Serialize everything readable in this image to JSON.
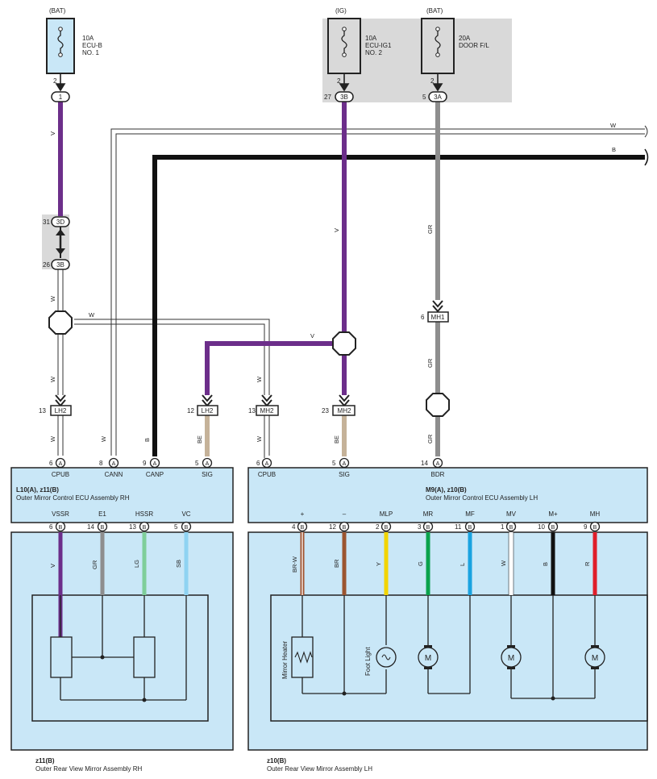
{
  "colors": {
    "V": "#6c2e8a",
    "W": "#ffffff",
    "B": "#111111",
    "GR": "#8e8e8e",
    "BE": "#c5b299",
    "LG": "#7fce9a",
    "SB": "#8fd3f2",
    "BR-W": "#a0522d",
    "BR": "#9b5530",
    "Y": "#f2d400",
    "G": "#0aa24c",
    "L": "#1aa3e0",
    "R": "#e01e2a",
    "panel": "#c9e7f7",
    "shade": "#d9d9d9"
  },
  "fuses": {
    "bat_left": {
      "source": "(BAT)",
      "amp": "10A",
      "name1": "ECU-B",
      "name2": "NO. 1",
      "pin": "2"
    },
    "ig": {
      "source": "(IG)",
      "amp": "10A",
      "name1": "ECU-IG1",
      "name2": "NO. 2",
      "pin": "2"
    },
    "bat_right": {
      "source": "(BAT)",
      "amp": "20A",
      "name1": "DOOR F/L",
      "name2": "",
      "pin": "2"
    }
  },
  "connectors": {
    "c1": {
      "pin": "",
      "label": "1"
    },
    "c27": {
      "pin": "27",
      "label": "3B"
    },
    "c5": {
      "pin": "5",
      "label": "3A"
    },
    "c31": {
      "pin": "31",
      "label": "3D"
    },
    "c26": {
      "pin": "26",
      "label": "3B"
    },
    "mh1": {
      "pin": "6",
      "label": "MH1"
    },
    "lh2a": {
      "pin": "13",
      "label": "LH2"
    },
    "lh2b": {
      "pin": "12",
      "label": "LH2"
    },
    "mh2a": {
      "pin": "13",
      "label": "MH2"
    },
    "mh2b": {
      "pin": "23",
      "label": "MH2"
    }
  },
  "wires": {
    "v1": "V",
    "w1": "W",
    "w2": "W",
    "w3": "W",
    "w4": "W",
    "wtop": "W",
    "btop": "B",
    "vig": "V",
    "gr1": "GR",
    "gr2": "GR",
    "gr3": "GR",
    "vsplice": "V",
    "w_lh2": "W",
    "w_cann": "W",
    "b_canp": "B",
    "be_sig": "BE",
    "w_mh2": "W",
    "be_sig2": "BE"
  },
  "ecu_rh": {
    "title": "L10(A), z11(B)",
    "subtitle": "Outer Mirror Control ECU Assembly RH",
    "top_pins": [
      {
        "num": "6",
        "conn": "A",
        "name": "CPUB"
      },
      {
        "num": "8",
        "conn": "A",
        "name": "CANN"
      },
      {
        "num": "9",
        "conn": "A",
        "name": "CANP"
      },
      {
        "num": "5",
        "conn": "A",
        "name": "SIG"
      }
    ],
    "bottom_pins": [
      {
        "num": "6",
        "conn": "B",
        "name": "VSSR",
        "wire": "V"
      },
      {
        "num": "14",
        "conn": "B",
        "name": "E1",
        "wire": "GR"
      },
      {
        "num": "13",
        "conn": "B",
        "name": "HSSR",
        "wire": "LG"
      },
      {
        "num": "5",
        "conn": "B",
        "name": "VC",
        "wire": "SB"
      }
    ]
  },
  "ecu_lh": {
    "title": "M9(A), z10(B)",
    "subtitle": "Outer Mirror Control ECU Assembly LH",
    "top_pins": [
      {
        "num": "6",
        "conn": "A",
        "name": "CPUB"
      },
      {
        "num": "5",
        "conn": "A",
        "name": "SIG"
      },
      {
        "num": "14",
        "conn": "A",
        "name": "BDR"
      }
    ],
    "bottom_pins": [
      {
        "num": "4",
        "conn": "B",
        "name": "+",
        "wire": "BR-W"
      },
      {
        "num": "12",
        "conn": "B",
        "name": "–",
        "wire": "BR"
      },
      {
        "num": "2",
        "conn": "B",
        "name": "MLP",
        "wire": "Y"
      },
      {
        "num": "3",
        "conn": "B",
        "name": "MR",
        "wire": "G"
      },
      {
        "num": "11",
        "conn": "B",
        "name": "MF",
        "wire": "L"
      },
      {
        "num": "1",
        "conn": "B",
        "name": "MV",
        "wire": "W"
      },
      {
        "num": "10",
        "conn": "B",
        "name": "M+",
        "wire": "B"
      },
      {
        "num": "9",
        "conn": "B",
        "name": "MH",
        "wire": "R"
      }
    ]
  },
  "mirror_rh": {
    "title": "z11(B)",
    "subtitle": "Outer Rear View Mirror Assembly RH"
  },
  "mirror_lh": {
    "title": "z10(B)",
    "subtitle": "Outer Rear View Mirror Assembly LH",
    "heater_label": "Mirror Heater",
    "foot_label": "Foot Light",
    "motor": "M"
  }
}
